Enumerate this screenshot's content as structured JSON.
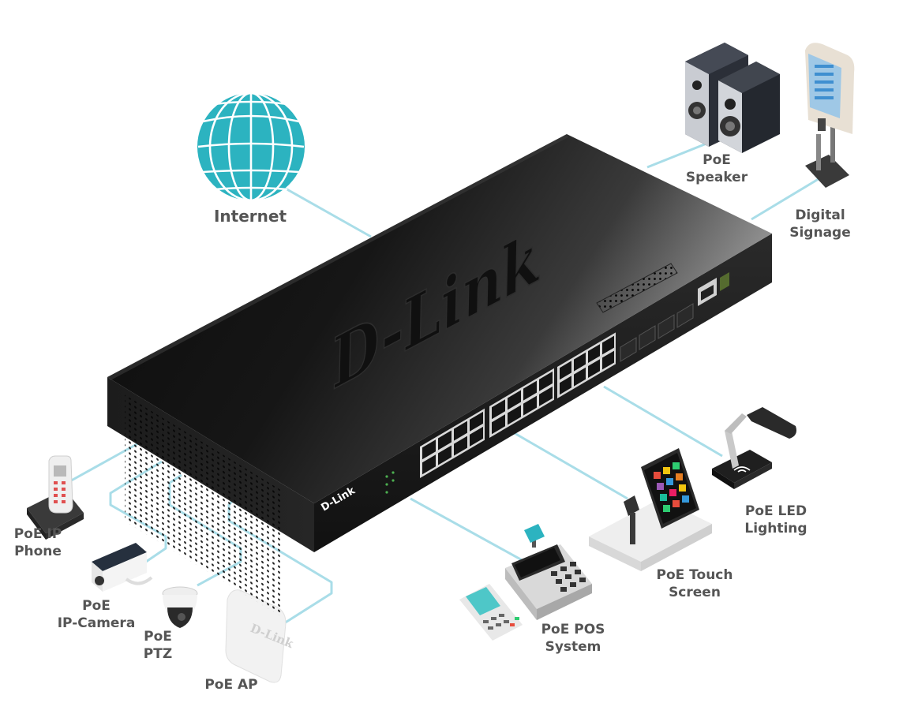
{
  "colors": {
    "cable": "#a9dde8",
    "globe": "#2cb3c0",
    "switch_top": "#1c1c1c",
    "label_text": "#555555"
  },
  "brand": {
    "top_logo": "D-Link",
    "front_logo": "D-Link",
    "ap_logo": "D-Link"
  },
  "devices": {
    "internet": {
      "line1": "Internet",
      "icon": "globe-icon"
    },
    "speaker": {
      "line1": "PoE",
      "line2": "Speaker",
      "icon": "speaker-icon"
    },
    "signage": {
      "line1": "Digital",
      "line2": "Signage",
      "icon": "kiosk-icon"
    },
    "led": {
      "line1": "PoE LED",
      "line2": "Lighting",
      "icon": "lamp-icon"
    },
    "touch": {
      "line1": "PoE Touch",
      "line2": "Screen",
      "icon": "touchscreen-icon"
    },
    "pos": {
      "line1": "PoE POS",
      "line2": "System",
      "icon": "pos-terminal-icon"
    },
    "ap": {
      "line1": "PoE AP",
      "icon": "access-point-icon"
    },
    "ptz": {
      "line1": "PoE",
      "line2": "PTZ",
      "icon": "dome-camera-icon"
    },
    "camera": {
      "line1": "PoE",
      "line2": "IP-Camera",
      "icon": "bullet-camera-icon"
    },
    "phone": {
      "line1": "PoE IP",
      "line2": "Phone",
      "icon": "ip-phone-icon"
    }
  }
}
